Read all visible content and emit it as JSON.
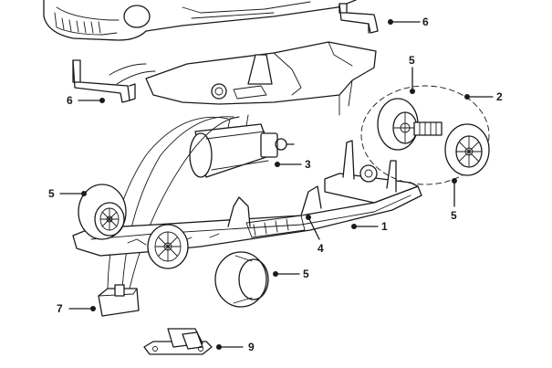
{
  "callouts": [
    {
      "id": "c6a",
      "label": "6"
    },
    {
      "id": "c5top",
      "label": "5"
    },
    {
      "id": "c2",
      "label": "2"
    },
    {
      "id": "c6b",
      "label": "6"
    },
    {
      "id": "c3",
      "label": "3"
    },
    {
      "id": "c5left",
      "label": "5"
    },
    {
      "id": "c5right",
      "label": "5"
    },
    {
      "id": "c1",
      "label": "1"
    },
    {
      "id": "c4",
      "label": "4"
    },
    {
      "id": "c5tire",
      "label": "5"
    },
    {
      "id": "c7",
      "label": "7"
    },
    {
      "id": "c9",
      "label": "9"
    }
  ],
  "colors": {
    "line": "#1a1a1a",
    "background": "#ffffff"
  }
}
